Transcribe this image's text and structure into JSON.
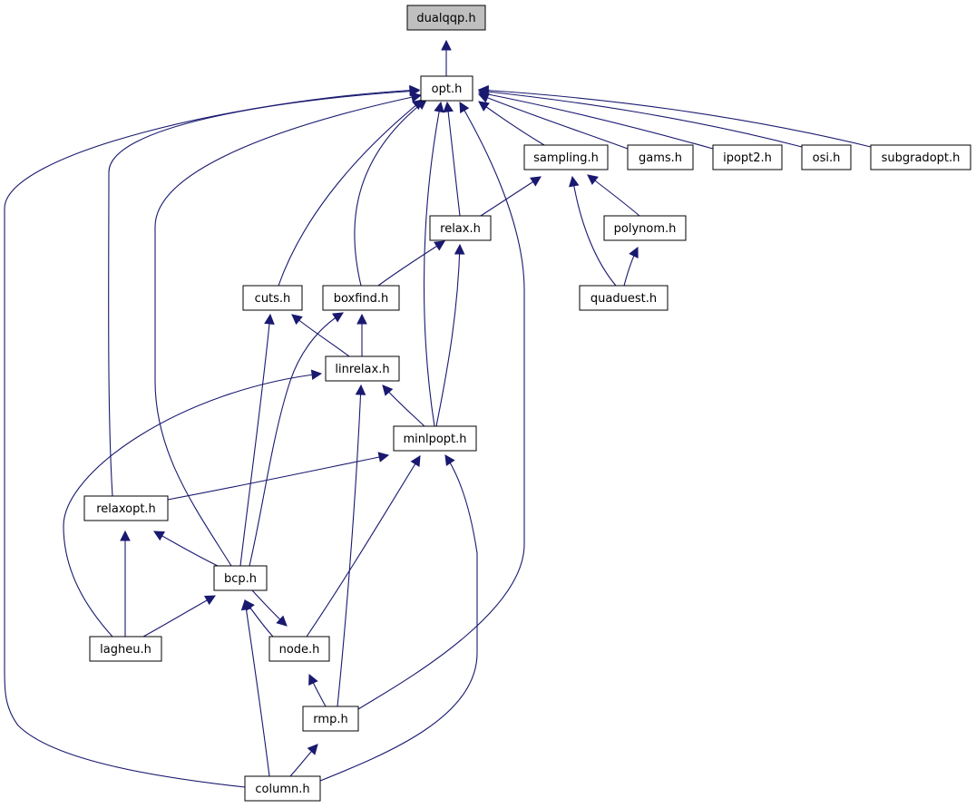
{
  "graph": {
    "nodes": [
      {
        "id": "dualqqp",
        "label": "dualqqp.h",
        "focus": true
      },
      {
        "id": "opt",
        "label": "opt.h"
      },
      {
        "id": "sampling",
        "label": "sampling.h"
      },
      {
        "id": "gams",
        "label": "gams.h"
      },
      {
        "id": "ipopt2",
        "label": "ipopt2.h"
      },
      {
        "id": "osi",
        "label": "osi.h"
      },
      {
        "id": "subgradopt",
        "label": "subgradopt.h"
      },
      {
        "id": "relax",
        "label": "relax.h"
      },
      {
        "id": "polynom",
        "label": "polynom.h"
      },
      {
        "id": "cuts",
        "label": "cuts.h"
      },
      {
        "id": "boxfind",
        "label": "boxfind.h"
      },
      {
        "id": "quaduest",
        "label": "quaduest.h"
      },
      {
        "id": "linrelax",
        "label": "linrelax.h"
      },
      {
        "id": "minlpopt",
        "label": "minlpopt.h"
      },
      {
        "id": "relaxopt",
        "label": "relaxopt.h"
      },
      {
        "id": "bcp",
        "label": "bcp.h"
      },
      {
        "id": "lagheu",
        "label": "lagheu.h"
      },
      {
        "id": "node",
        "label": "node.h"
      },
      {
        "id": "rmp",
        "label": "rmp.h"
      },
      {
        "id": "column",
        "label": "column.h"
      }
    ],
    "edges": [
      {
        "from": "opt",
        "to": "dualqqp"
      },
      {
        "from": "sampling",
        "to": "opt"
      },
      {
        "from": "gams",
        "to": "opt"
      },
      {
        "from": "ipopt2",
        "to": "opt"
      },
      {
        "from": "osi",
        "to": "opt"
      },
      {
        "from": "subgradopt",
        "to": "opt"
      },
      {
        "from": "relax",
        "to": "opt"
      },
      {
        "from": "cuts",
        "to": "opt"
      },
      {
        "from": "boxfind",
        "to": "opt"
      },
      {
        "from": "minlpopt",
        "to": "opt"
      },
      {
        "from": "relaxopt",
        "to": "opt"
      },
      {
        "from": "bcp",
        "to": "opt"
      },
      {
        "from": "rmp",
        "to": "opt"
      },
      {
        "from": "column",
        "to": "opt"
      },
      {
        "from": "relax",
        "to": "sampling"
      },
      {
        "from": "polynom",
        "to": "sampling"
      },
      {
        "from": "quaduest",
        "to": "sampling"
      },
      {
        "from": "quaduest",
        "to": "polynom"
      },
      {
        "from": "boxfind",
        "to": "relax"
      },
      {
        "from": "minlpopt",
        "to": "relax"
      },
      {
        "from": "linrelax",
        "to": "cuts"
      },
      {
        "from": "bcp",
        "to": "cuts"
      },
      {
        "from": "linrelax",
        "to": "boxfind"
      },
      {
        "from": "bcp",
        "to": "boxfind"
      },
      {
        "from": "minlpopt",
        "to": "linrelax"
      },
      {
        "from": "lagheu",
        "to": "linrelax"
      },
      {
        "from": "rmp",
        "to": "linrelax"
      },
      {
        "from": "relaxopt",
        "to": "minlpopt"
      },
      {
        "from": "node",
        "to": "minlpopt"
      },
      {
        "from": "column",
        "to": "minlpopt"
      },
      {
        "from": "bcp",
        "to": "relaxopt"
      },
      {
        "from": "lagheu",
        "to": "relaxopt"
      },
      {
        "from": "lagheu",
        "to": "bcp"
      },
      {
        "from": "node",
        "to": "bcp"
      },
      {
        "from": "column",
        "to": "bcp"
      },
      {
        "from": "bcp",
        "to": "node"
      },
      {
        "from": "rmp",
        "to": "node"
      },
      {
        "from": "column",
        "to": "rmp"
      }
    ]
  }
}
